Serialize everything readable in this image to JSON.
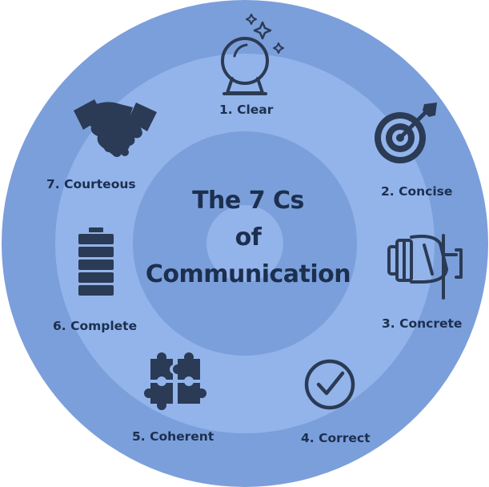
{
  "title": {
    "line1": "The 7 Cs",
    "line2": "of",
    "line3": "Communication"
  },
  "items": [
    {
      "label": "1. Clear",
      "icon": "crystal-ball-icon"
    },
    {
      "label": "2. Concise",
      "icon": "target-icon"
    },
    {
      "label": "3. Concrete",
      "icon": "cement-mixer-icon"
    },
    {
      "label": "4. Correct",
      "icon": "check-circle-icon"
    },
    {
      "label": "5. Coherent",
      "icon": "puzzle-icon"
    },
    {
      "label": "6. Complete",
      "icon": "battery-full-icon"
    },
    {
      "label": "7. Courteous",
      "icon": "handshake-icon"
    }
  ],
  "colors": {
    "outer_ring": "#7b9fdb",
    "middle_ring": "#92b4ea",
    "inner_ring": "#7b9fdb",
    "core": "#92b4ea",
    "text": "#1c2f4f",
    "icon": "#2b3a55"
  }
}
